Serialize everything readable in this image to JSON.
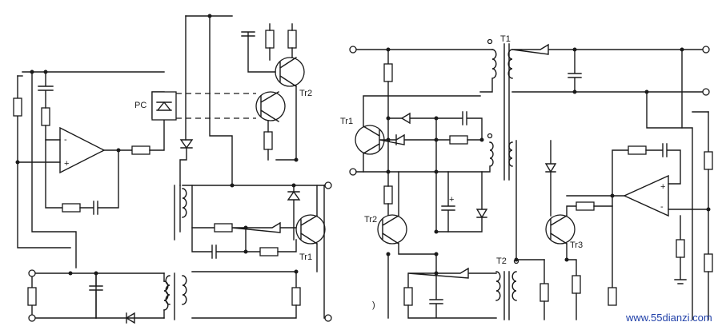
{
  "labels": {
    "pc": "PC",
    "tr1_left": "Tr1",
    "tr2_left": "Tr2",
    "tr1_right": "Tr1",
    "tr2_right": "Tr2",
    "tr3": "Tr3",
    "t1": "T1",
    "t2": "T2",
    "cap_plus": "+",
    "opamp_minus": "-",
    "opamp_plus": "+",
    "paren": ")"
  },
  "watermark": "www.55dianzi.com",
  "colors": {
    "ink": "#1a1a1a",
    "watermark": "#1f3fa8",
    "paper": "#ffffff"
  }
}
